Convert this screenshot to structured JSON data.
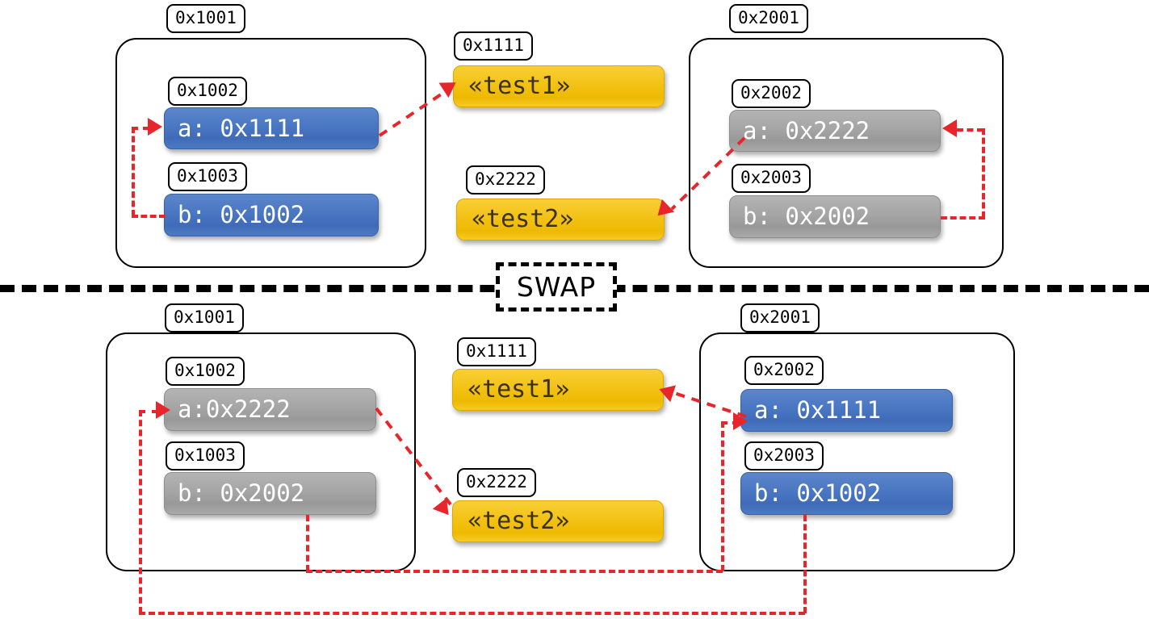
{
  "diagram": {
    "title": "SWAP",
    "divider_label": "SWAP",
    "colors": {
      "pointer_arrow": "#e8252a",
      "blue_cell": "#4a77c2",
      "gray_cell": "#a5a5a5",
      "yellow_cell": "#f3c216",
      "outline": "#000000"
    }
  },
  "before": {
    "left_frame": {
      "address": "0x1001",
      "slots": [
        {
          "address": "0x1002",
          "value": "a: 0x1111",
          "style": "blue"
        },
        {
          "address": "0x1003",
          "value": "b: 0x1002",
          "style": "blue"
        }
      ]
    },
    "heap": [
      {
        "address": "0x1111",
        "value": "«test1»",
        "style": "yellow"
      },
      {
        "address": "0x2222",
        "value": "«test2»",
        "style": "yellow"
      }
    ],
    "right_frame": {
      "address": "0x2001",
      "slots": [
        {
          "address": "0x2002",
          "value": "a: 0x2222",
          "style": "gray"
        },
        {
          "address": "0x2003",
          "value": "b: 0x2002",
          "style": "gray"
        }
      ]
    }
  },
  "after": {
    "left_frame": {
      "address": "0x1001",
      "slots": [
        {
          "address": "0x1002",
          "value": "a:0x2222",
          "style": "gray"
        },
        {
          "address": "0x1003",
          "value": "b: 0x2002",
          "style": "gray"
        }
      ]
    },
    "heap": [
      {
        "address": "0x1111",
        "value": "«test1»",
        "style": "yellow"
      },
      {
        "address": "0x2222",
        "value": "«test2»",
        "style": "yellow"
      }
    ],
    "right_frame": {
      "address": "0x2001",
      "slots": [
        {
          "address": "0x2002",
          "value": "a: 0x1111",
          "style": "blue"
        },
        {
          "address": "0x2003",
          "value": "b: 0x1002",
          "style": "blue"
        }
      ]
    }
  }
}
